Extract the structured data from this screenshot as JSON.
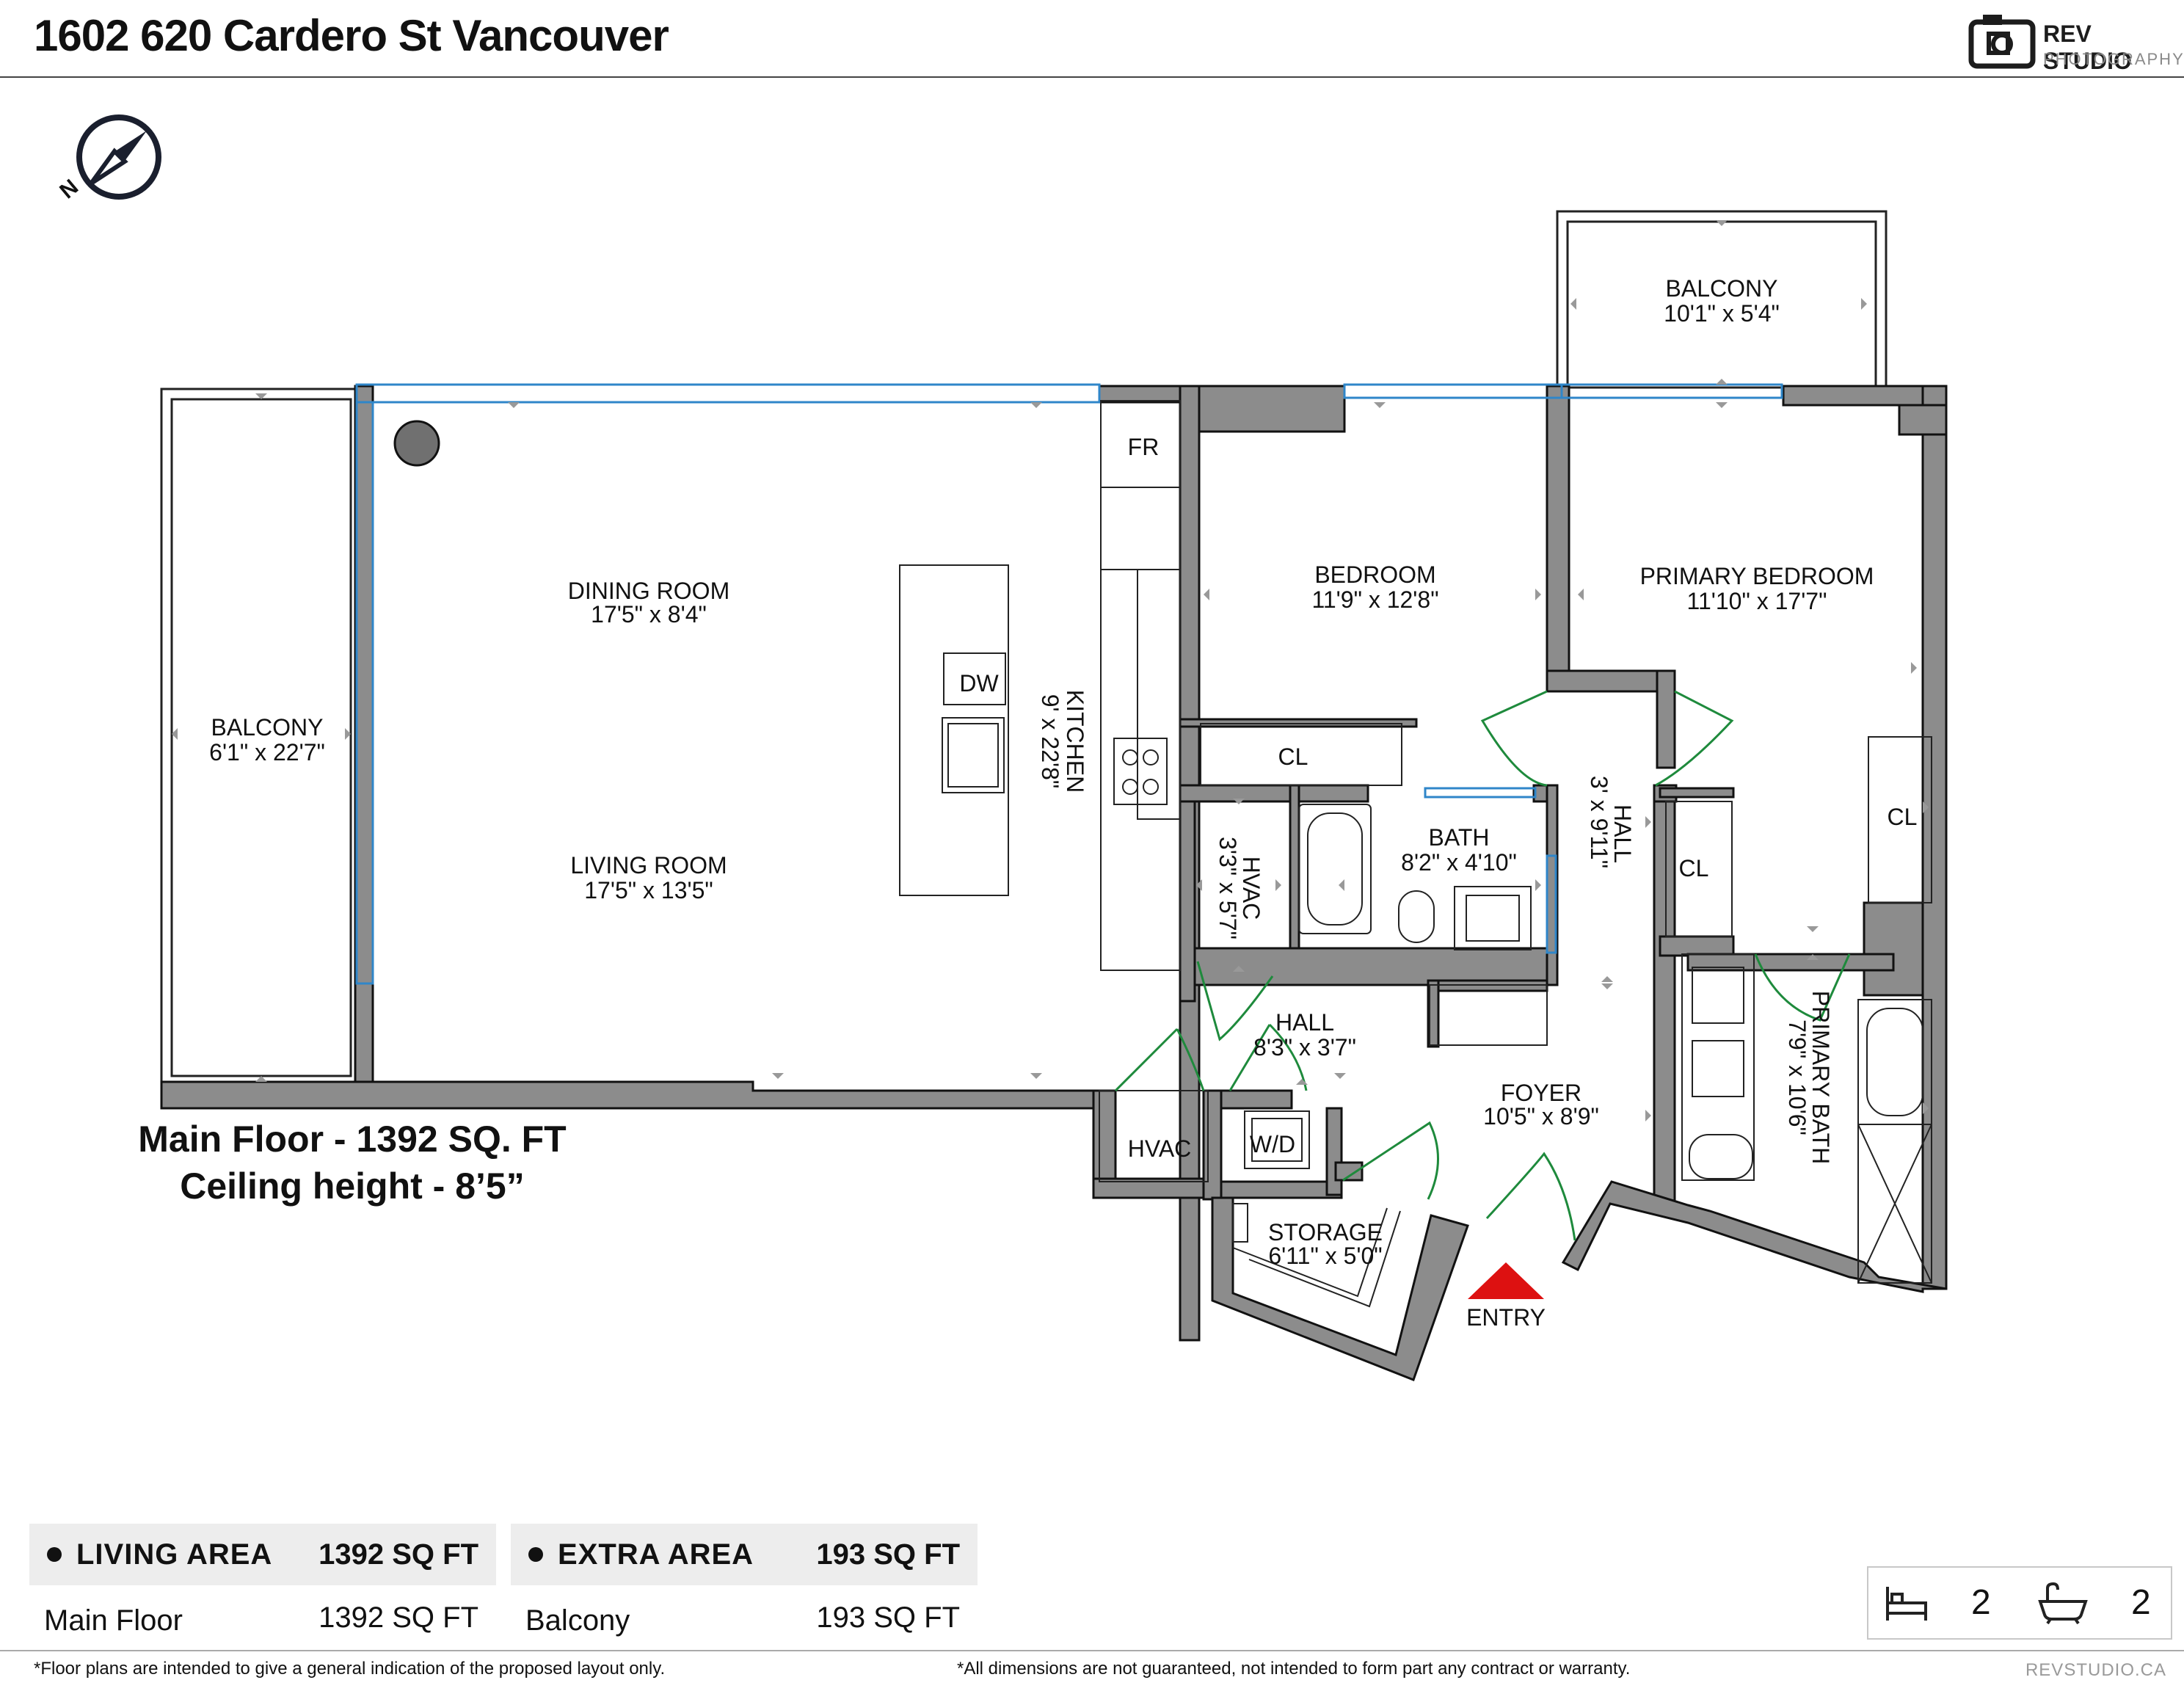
{
  "header": {
    "title": "1602 620 Cardero St Vancouver"
  },
  "brand": {
    "name": "REV STUDIO",
    "tagline": "PHOTOGRAPHY"
  },
  "compass": {
    "label": "N"
  },
  "rooms": {
    "balcony_top": {
      "name": "BALCONY",
      "dims": "10'1\" x 5'4\""
    },
    "balcony_left": {
      "name": "BALCONY",
      "dims": "6'1\" x 22'7\""
    },
    "dining": {
      "name": "DINING ROOM",
      "dims": "17'5\" x 8'4\""
    },
    "living": {
      "name": "LIVING ROOM",
      "dims": "17'5\" x 13'5\""
    },
    "kitchen": {
      "name": "KITCHEN",
      "dims": "9' x 22'8\""
    },
    "bedroom": {
      "name": "BEDROOM",
      "dims": "11'9\" x 12'8\""
    },
    "primary_bedroom": {
      "name": "PRIMARY BEDROOM",
      "dims": "11'10\" x 17'7\""
    },
    "bath": {
      "name": "BATH",
      "dims": "8'2\" x 4'10\""
    },
    "hvac_small": {
      "name": "HVAC",
      "dims": "3'3\" x 5'7\""
    },
    "hall_vertical": {
      "name": "HALL",
      "dims": "3' x 9'11\""
    },
    "hall_small": {
      "name": "HALL",
      "dims": "8'3\" x 3'7\""
    },
    "foyer": {
      "name": "FOYER",
      "dims": "10'5\" x 8'9\""
    },
    "storage": {
      "name": "STORAGE",
      "dims": "6'11\" x 5'0\""
    },
    "primary_bath": {
      "name": "PRIMARY BATH",
      "dims": "7'9\" x 10'6\""
    }
  },
  "labels": {
    "fr": "FR",
    "dw": "DW",
    "cl_bedroom": "CL",
    "cl_hall": "CL",
    "cl_primary": "CL",
    "hvac_lower": "HVAC",
    "wd": "W/D",
    "entry": "ENTRY"
  },
  "floor_caption": {
    "line1": "Main Floor - 1392 SQ. FT",
    "line2": "Ceiling height - 8’5”"
  },
  "living_area": {
    "header_label": "LIVING AREA",
    "header_value": "1392 SQ FT",
    "row_label": "Main Floor",
    "row_value": "1392 SQ FT"
  },
  "extra_area": {
    "header_label": "EXTRA AREA",
    "header_value": "193 SQ FT",
    "row_label": "Balcony",
    "row_value": "193 SQ FT"
  },
  "counts": {
    "bedrooms": "2",
    "bathrooms": "2"
  },
  "footer": {
    "disclaimer_left": "*Floor plans are intended to give a general indication of the proposed layout only.",
    "disclaimer_right": "*All dimensions are not guaranteed, not intended to form part any contract or warranty.",
    "website": "REVSTUDIO.CA"
  },
  "colors": {
    "wall": "#8c8c8c",
    "wall_stroke": "#111111",
    "window": "#2f86c9",
    "door": "#1e8a3c",
    "entry_marker": "#dd1111"
  }
}
